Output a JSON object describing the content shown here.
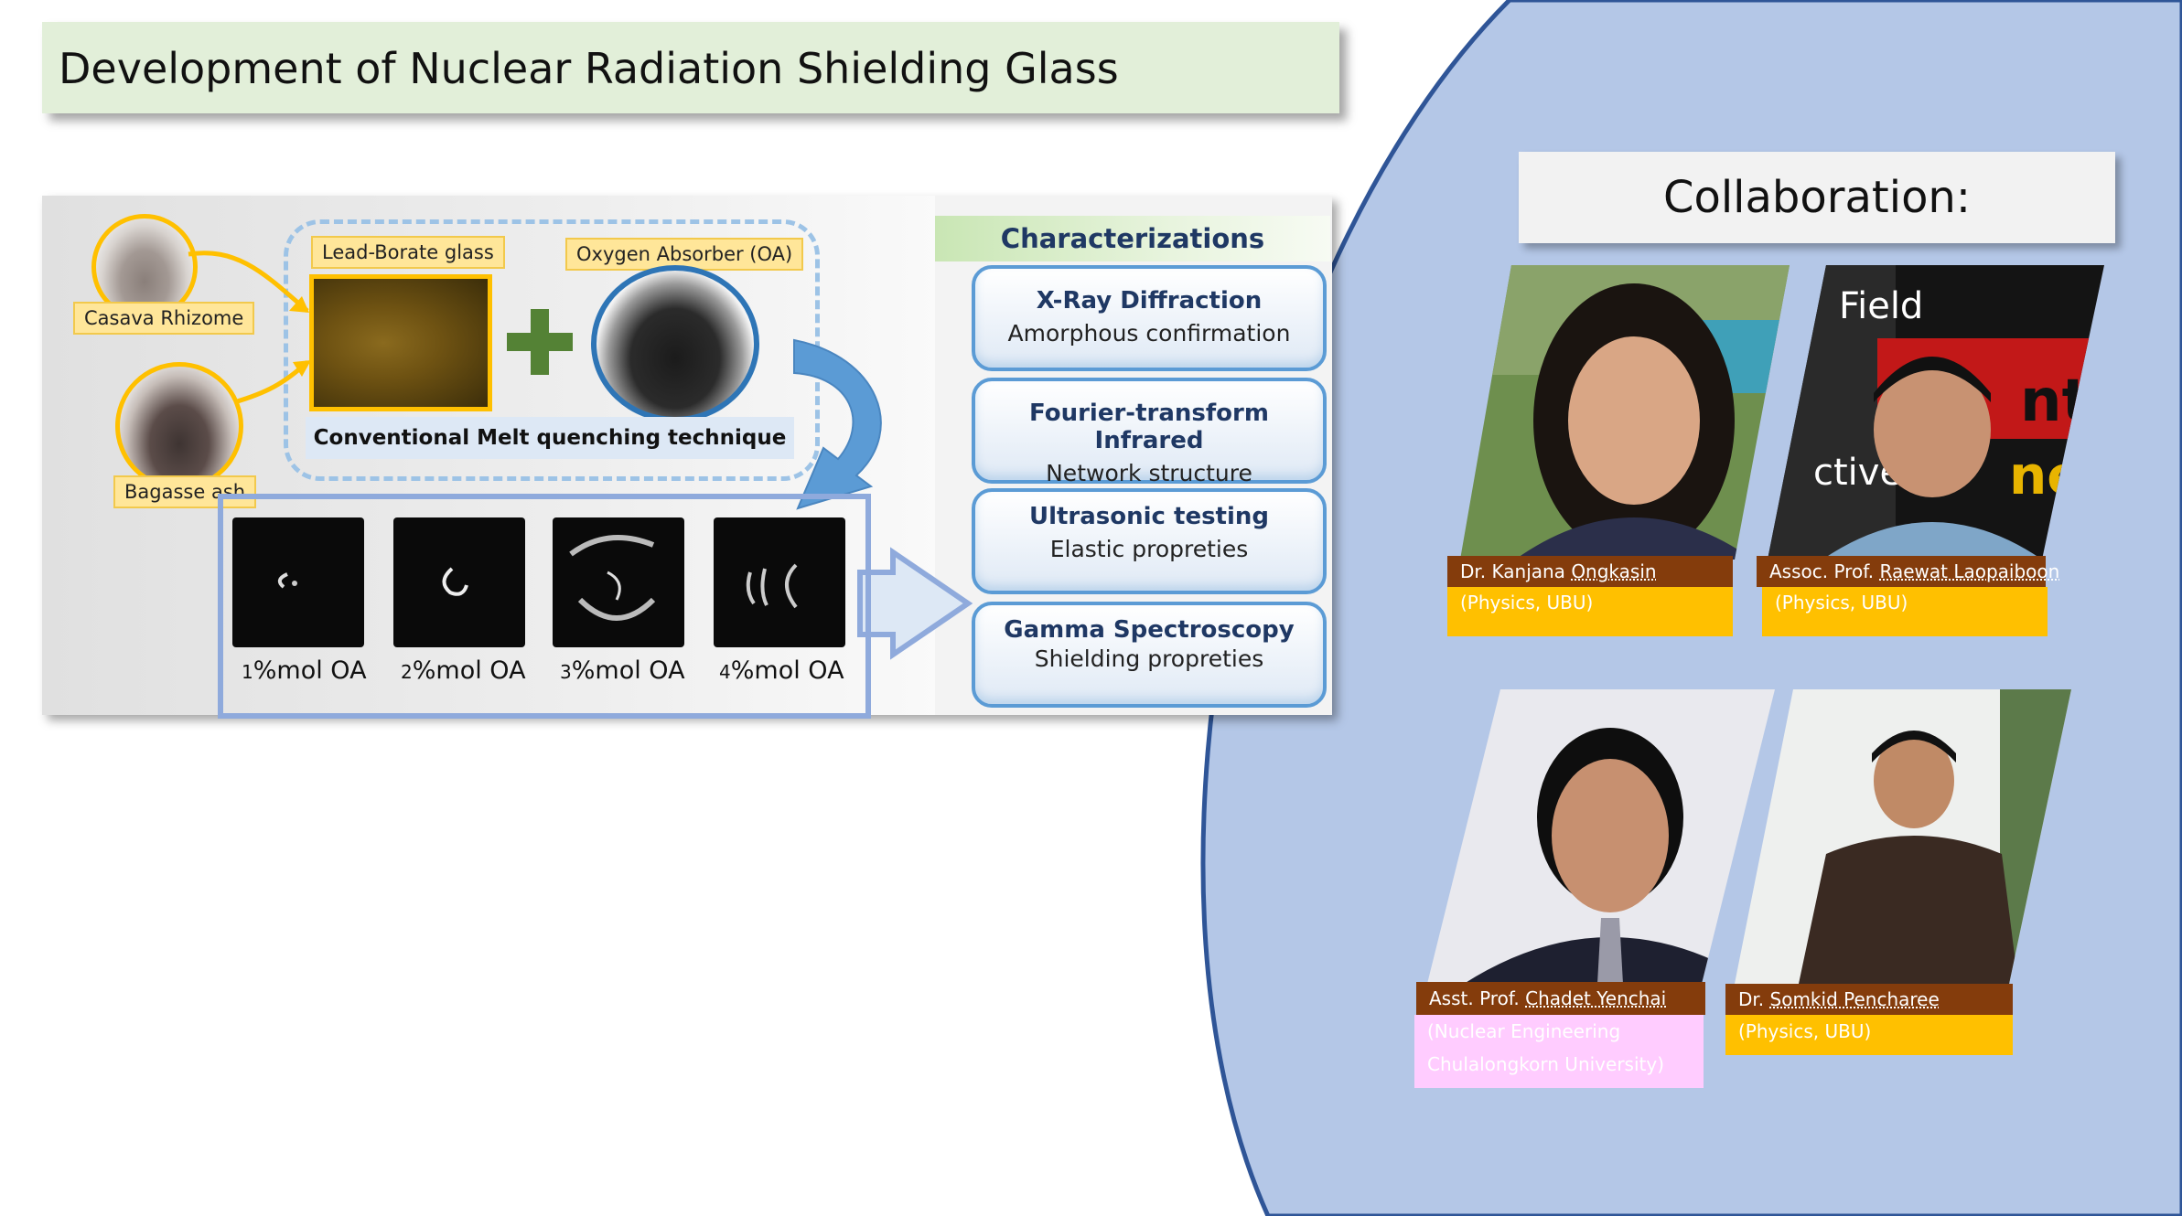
{
  "title": "Development of Nuclear Radiation Shielding Glass",
  "diagram": {
    "raw_materials": [
      "Casava Rhizome",
      "Bagasse ash"
    ],
    "lead_borate_label": "Lead-Borate glass",
    "plus_symbol": "+",
    "oxygen_absorber_label": "Oxygen Absorber (OA)",
    "technique_label": "Conventional Melt quenching technique",
    "samples": [
      {
        "num": "1",
        "unit": "%mol OA"
      },
      {
        "num": "2",
        "unit": "%mol OA"
      },
      {
        "num": "3",
        "unit": "%mol OA"
      },
      {
        "num": "4",
        "unit": "%mol OA"
      }
    ],
    "characterizations_title": "Characterizations",
    "characterizations": [
      {
        "method": "X-Ray Diffraction",
        "purpose": "Amorphous confirmation"
      },
      {
        "method": "Fourier-transform Infrared",
        "purpose": "Network structure"
      },
      {
        "method": "Ultrasonic testing",
        "purpose": "Elastic propreties"
      },
      {
        "method": "Gamma Spectroscopy",
        "purpose": "Shielding propreties"
      }
    ]
  },
  "collaboration": {
    "title": "Collaboration:",
    "people": [
      {
        "prefix": "Dr. Kanjana ",
        "surname": "Ongkasin",
        "affiliation": [
          "(Physics, UBU)"
        ]
      },
      {
        "prefix": "Assoc. Prof. ",
        "surname": "Raewat Laopaiboon",
        "affiliation": [
          "(Physics, UBU)"
        ]
      },
      {
        "prefix": "Asst. Prof. ",
        "surname": "Chadet Yenchai",
        "affiliation": [
          "(Nuclear Engineering",
          "Chulalongkorn University)"
        ]
      },
      {
        "prefix": "Dr. ",
        "surname": "Somkid Pencharee",
        "affiliation": [
          "(Physics, UBU)"
        ]
      }
    ],
    "photo_text": {
      "sign_top": "Field",
      "sign_bottom": "ctive",
      "sign_right": "nt",
      "sign_right2": "nen"
    }
  },
  "colors": {
    "title_bg": "#e2efd9",
    "panel_blue": "#b4c7e7",
    "panel_border": "#2f5597",
    "name_bar": "#843c0c",
    "aff_gold": "#ffc000",
    "aff_pink": "#ffccff",
    "accent_blue": "#5b9bd5",
    "plus_green": "#548235"
  }
}
